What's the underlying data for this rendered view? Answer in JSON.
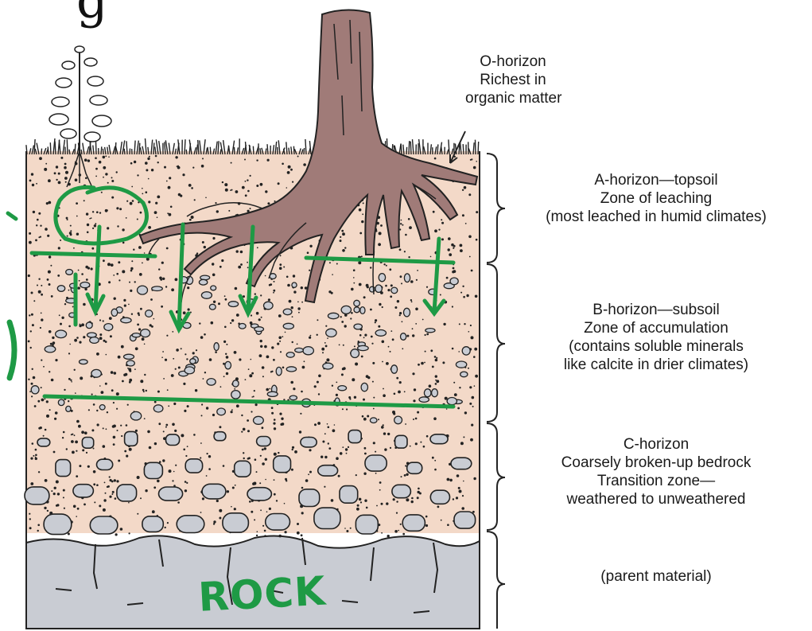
{
  "title_fragment": "g",
  "labels": {
    "o_horizon": [
      "O-horizon",
      "Richest in",
      "organic matter"
    ],
    "a_horizon": [
      "A-horizon—topsoil",
      "Zone of leaching",
      "(most leached in humid climates)"
    ],
    "b_horizon": [
      "B-horizon—subsoil",
      "Zone of accumulation",
      "(contains soluble minerals",
      "like calcite in drier climates)"
    ],
    "c_horizon": [
      "C-horizon",
      "Coarsely broken-up bedrock",
      "Transition zone—",
      "weathered to unweathered"
    ],
    "parent": [
      "(parent material)"
    ]
  },
  "annotation": "ROCK",
  "colors": {
    "soil": "#f3d9c8",
    "rock": "#c9ccd3",
    "root": "#a07b78",
    "marker_green": "#1e9a45",
    "ink": "#1a1a1a"
  },
  "icons": [
    "tree-stump-icon",
    "sapling-icon",
    "grass-icon",
    "root-system-icon",
    "leaching-arrow-icon"
  ]
}
